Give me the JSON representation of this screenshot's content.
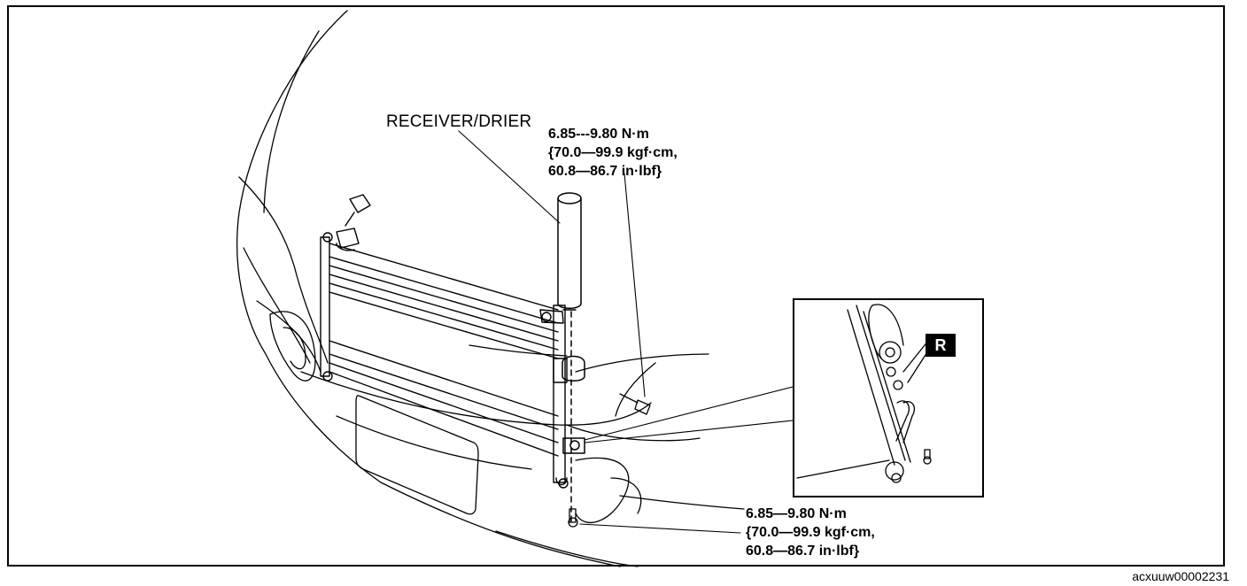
{
  "labels": {
    "component": "RECEIVER/DRIER",
    "torque_top": [
      "6.85---9.80 N·m",
      "{70.0—99.9 kgf·cm,",
      "60.8—86.7 in·lbf}"
    ],
    "torque_bottom": [
      "6.85—9.80 N·m",
      "{70.0—99.9 kgf·cm,",
      "60.8—86.7 in·lbf}"
    ],
    "detail_badge": "R",
    "figure_code": "acxuuw00002231"
  }
}
